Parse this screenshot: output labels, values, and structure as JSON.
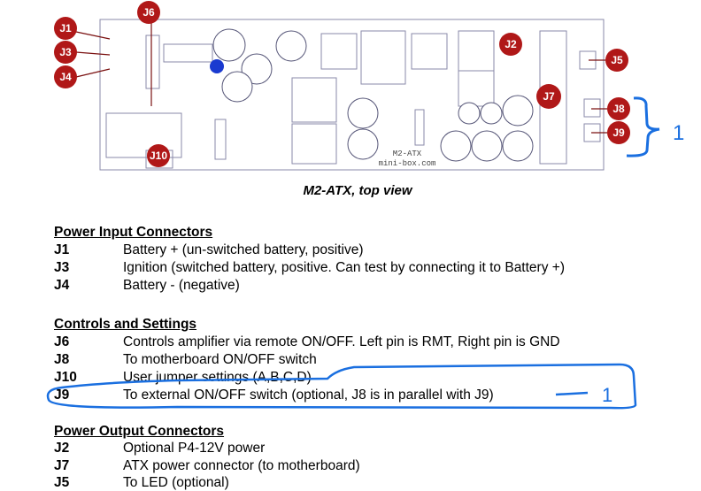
{
  "diagram": {
    "board_labels": [
      "M2-ATX",
      "mini-box.com"
    ],
    "connector_markers": [
      "J1",
      "J3",
      "J4",
      "J6",
      "J2",
      "J5",
      "J7",
      "J8",
      "J9",
      "J10"
    ],
    "bracket_annotation": "1",
    "marker_color": "#b01818",
    "annotation_color": "#1a6fe0"
  },
  "caption": "M2-ATX, top view",
  "sections": [
    {
      "title": "Power Input Connectors",
      "rows": [
        {
          "id": "J1",
          "desc": "Battery + (un-switched battery, positive)"
        },
        {
          "id": "J3",
          "desc": "Ignition (switched battery, positive. Can test by connecting it to Battery +)"
        },
        {
          "id": "J4",
          "desc": "Battery -   (negative)"
        }
      ]
    },
    {
      "title": "Controls and Settings",
      "rows": [
        {
          "id": "J6",
          "desc": "Controls amplifier via remote ON/OFF. Left pin is RMT, Right pin is GND"
        },
        {
          "id": "J8",
          "desc": "To motherboard ON/OFF switch"
        },
        {
          "id": "J10",
          "desc": "User jumper settings (A,B,C,D)"
        },
        {
          "id": "J9",
          "desc": "To external ON/OFF switch (optional, J8 is in parallel with J9)"
        }
      ]
    },
    {
      "title": "Power Output Connectors",
      "rows": [
        {
          "id": "J2",
          "desc": "Optional P4-12V power"
        },
        {
          "id": "J7",
          "desc": "ATX power connector (to motherboard)"
        },
        {
          "id": "J5",
          "desc": "To LED (optional)"
        }
      ]
    }
  ],
  "row_annotation": "1"
}
